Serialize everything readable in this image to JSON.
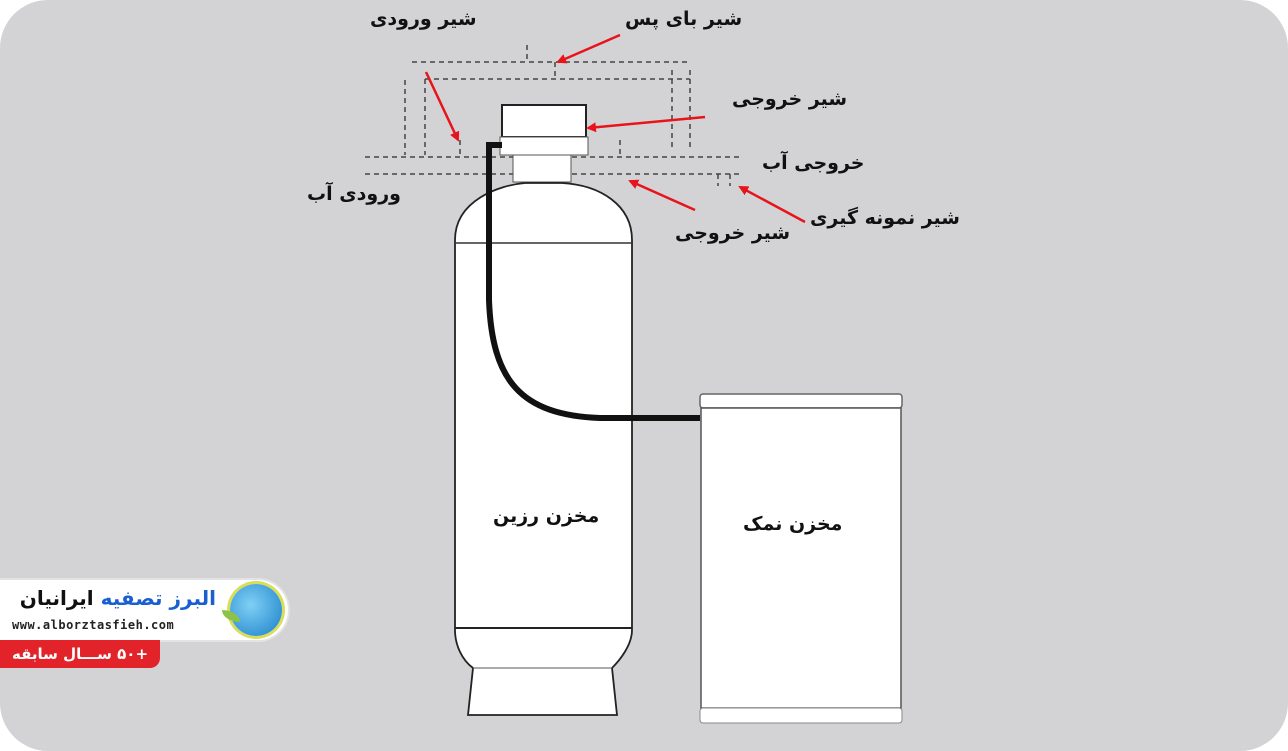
{
  "diagram": {
    "title": "Water softener system diagram",
    "colors": {
      "background": "#d3d3d5",
      "arrow": "#e8141c",
      "outline": "#222222",
      "tank_fill": "#ffffff"
    },
    "labels": {
      "inlet_valve": "شیر ورودی",
      "bypass_valve": "شیر بای پس",
      "outlet_valve_top": "شیر خروجی",
      "water_outlet": "خروجی آب",
      "water_inlet": "ورودی آب",
      "outlet_valve_bottom": "شیر خروجی",
      "sampling_valve": "شیر نمونه گیری",
      "resin_tank": "مخزن رزین",
      "brine_tank": "مخزن نمک"
    }
  },
  "branding": {
    "name_blue": "البرز تصفیه",
    "name_black": "ایرانیان",
    "website": "www.alborztasfieh.com",
    "badge": "+۵۰ ســـال سابقه",
    "badge_color": "#e2232a",
    "icon": "globe-leaf-logo-icon"
  }
}
